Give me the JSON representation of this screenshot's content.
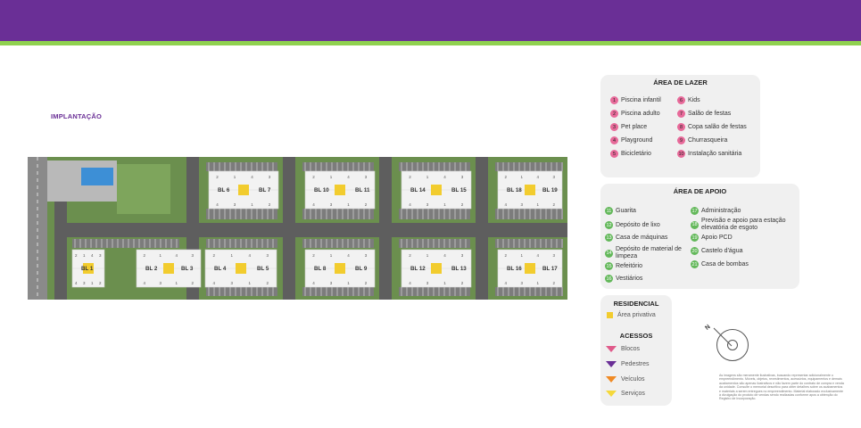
{
  "header": {
    "bar_color": "#6a2f96",
    "accent_color": "#8fd14f"
  },
  "section_title": "IMPLANTAÇÃO",
  "map": {
    "blocks_top": [
      "BL 6",
      "BL 7",
      "BL 10",
      "BL 11",
      "BL 14",
      "BL 15",
      "BL 18",
      "BL 19"
    ],
    "blocks_bottom": [
      "BL 1",
      "BL 2",
      "BL 3",
      "BL 4",
      "BL 5",
      "BL 8",
      "BL 9",
      "BL 12",
      "BL 13",
      "BL 16",
      "BL 17"
    ],
    "unit_numbers_top": [
      "2",
      "1",
      "4",
      "3"
    ],
    "unit_numbers_bottom": [
      "4",
      "3",
      "1",
      "2"
    ]
  },
  "lazer": {
    "title": "ÁREA DE LAZER",
    "items": [
      {
        "n": "1",
        "label": "Piscina infantil"
      },
      {
        "n": "2",
        "label": "Piscina adulto"
      },
      {
        "n": "3",
        "label": "Pet place"
      },
      {
        "n": "4",
        "label": "Playground"
      },
      {
        "n": "5",
        "label": "Bicicletário"
      },
      {
        "n": "6",
        "label": "Kids"
      },
      {
        "n": "7",
        "label": "Salão de festas"
      },
      {
        "n": "8",
        "label": "Copa salão de festas"
      },
      {
        "n": "9",
        "label": "Churrasqueira"
      },
      {
        "n": "10",
        "label": "Instalação sanitária"
      }
    ]
  },
  "apoio": {
    "title": "ÁREA DE APOIO",
    "items": [
      {
        "n": "11",
        "label": "Guarita"
      },
      {
        "n": "12",
        "label": "Depósito de lixo"
      },
      {
        "n": "13",
        "label": "Casa de máquinas"
      },
      {
        "n": "14",
        "label": "Depósito de material de limpeza"
      },
      {
        "n": "15",
        "label": "Refeitório"
      },
      {
        "n": "16",
        "label": "Vestiários"
      },
      {
        "n": "17",
        "label": "Administração"
      },
      {
        "n": "18",
        "label": "Previsão e apoio para estação elevatória de esgoto"
      },
      {
        "n": "19",
        "label": "Apoio PCD"
      },
      {
        "n": "20",
        "label": "Castelo d'água"
      },
      {
        "n": "21",
        "label": "Casa de bombas"
      }
    ]
  },
  "residencial": {
    "title": "RESIDENCIAL",
    "item": "Área privativa"
  },
  "acessos": {
    "title": "ACESSOS",
    "items": [
      {
        "label": "Blocos",
        "color": "#e05a8a"
      },
      {
        "label": "Pedestres",
        "color": "#6a2f96"
      },
      {
        "label": "Veículos",
        "color": "#f08a24"
      },
      {
        "label": "Serviços",
        "color": "#f5d83a"
      }
    ]
  },
  "compass": {
    "label": "N"
  },
  "disclaimer": "As imagens são meramente ilustrativas, buscando representar adicionalmente o empreendimento. Móveis, objetos, revestimentos, acessórios, equipamentos e demais acabamentos são apenas ilustrativos e não fazem parte do contrato de compra e venda da unidade. Consulte o memorial descritivo para obter detalhes sobre os acabamentos e materiais a serem entregues no empreendimento. Material elaborado exclusivamente à divulgação do produto de vendas sendo realizadas conforme apos a obtenção do Registro de Incorporação."
}
